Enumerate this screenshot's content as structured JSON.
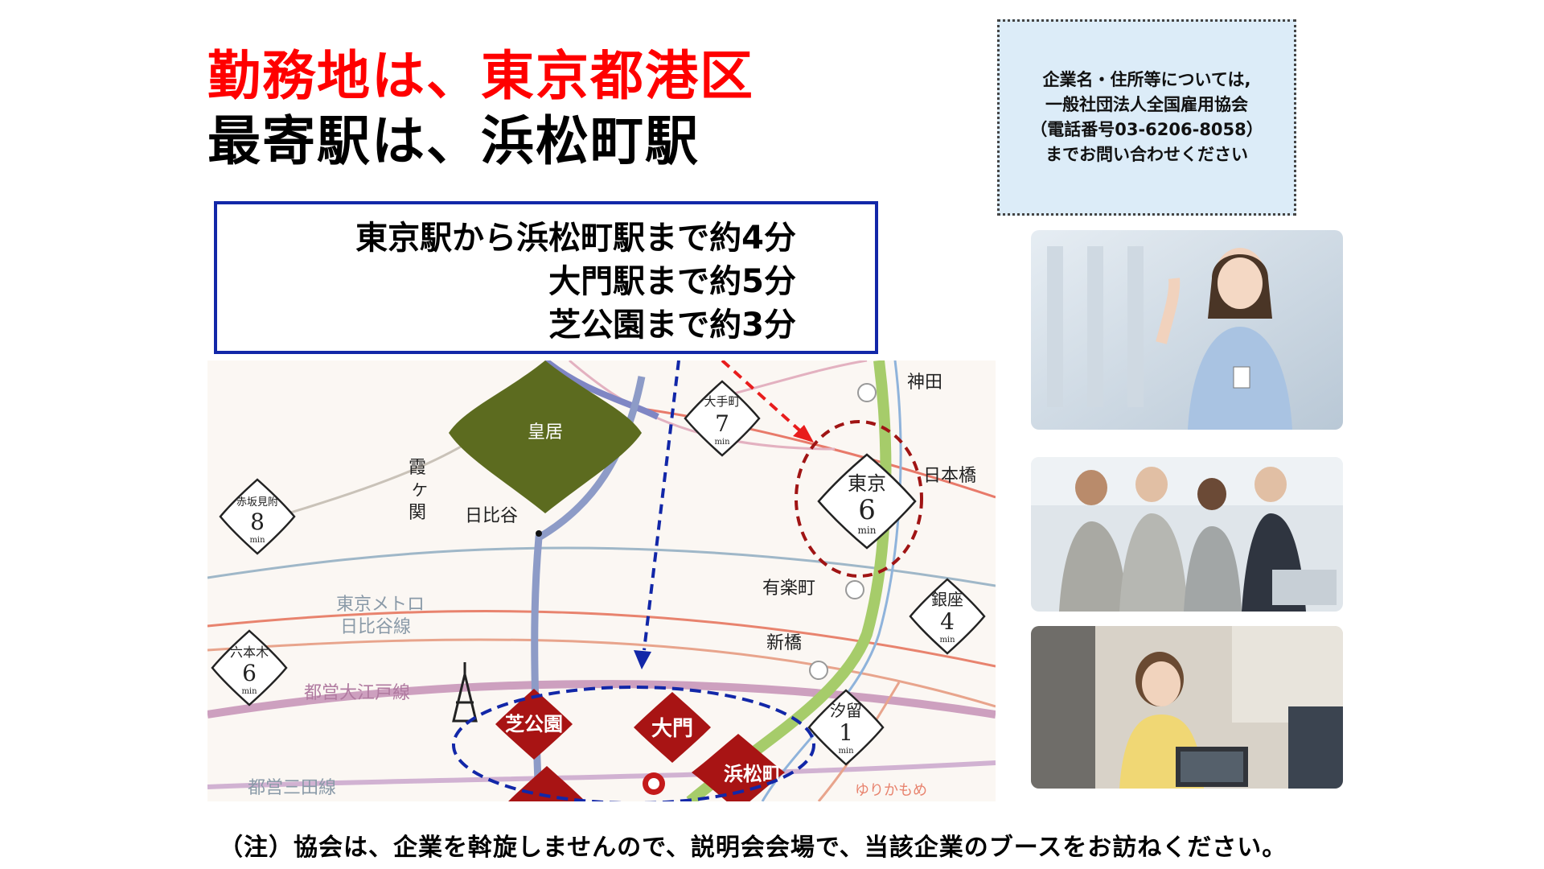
{
  "title": {
    "line1": "勤務地は、東京都港区",
    "line2": "最寄駅は、浜松町駅"
  },
  "contact": {
    "lines": [
      "企業名・住所等については,",
      "一般社団法人全国雇用協会",
      "（電話番号03-6206-8058）",
      "までお問い合わせください"
    ]
  },
  "access": {
    "line1": "東京駅から浜松町駅まで約4分",
    "line2": "大門駅まで約5分",
    "line3": "芝公園まで約3分"
  },
  "map": {
    "labels": {
      "kokyo": "皇居",
      "kanda": "神田",
      "nihonbashi": "日本橋",
      "kasumi1": "霞",
      "kasumi2": "ケ",
      "kasumi3": "関",
      "hibiya": "日比谷",
      "yurakucho": "有楽町",
      "shinbashi": "新橋",
      "metro_line1": "東京メトロ",
      "metro_line2": "日比谷線",
      "oedo_line": "都営大江戸線",
      "mita_line": "都営三田線",
      "yurikamome": "ゆりかもめ"
    },
    "diamonds": {
      "otemachi": {
        "name": "大手町",
        "time": "7",
        "unit": "min"
      },
      "tokyo": {
        "name": "東京",
        "time": "6",
        "unit": "min"
      },
      "akasaka": {
        "name": "赤坂見附",
        "time": "8",
        "unit": "min"
      },
      "ginza": {
        "name": "銀座",
        "time": "4",
        "unit": "min"
      },
      "roppongi": {
        "name": "六本木",
        "time": "6",
        "unit": "min"
      },
      "shiodome": {
        "name": "汐留",
        "time": "1",
        "unit": "min"
      }
    },
    "targets": {
      "shibakoen": "芝公園",
      "daimon": "大門",
      "hamamatsucho": "浜松町"
    }
  },
  "note": "（注）協会は、企業を斡旋しませんので、説明会会場で、当該企業のブースをお訪ねください。"
}
